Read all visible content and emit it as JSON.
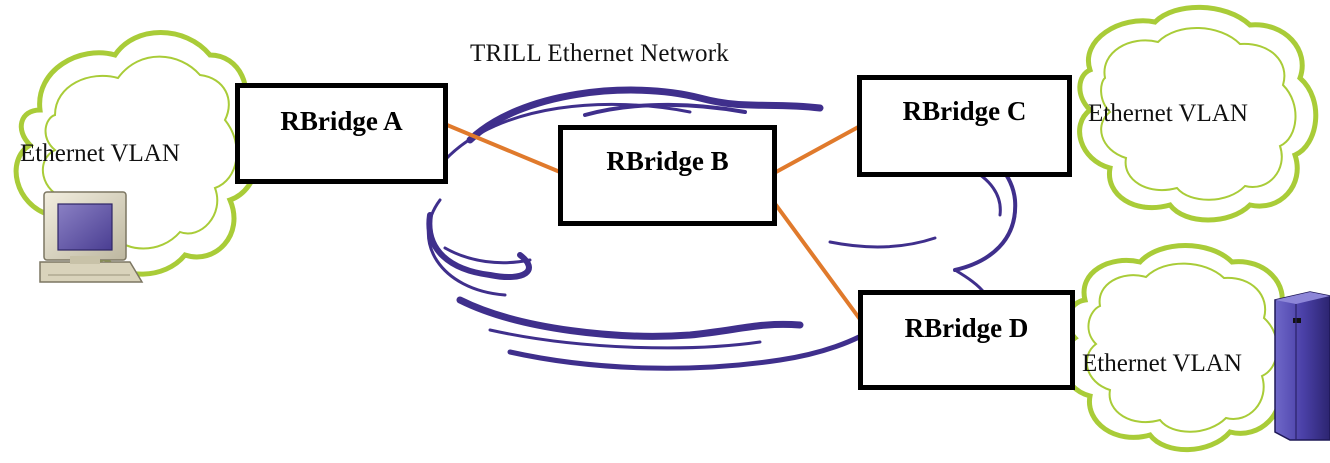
{
  "network": {
    "title": "TRILL Ethernet Network"
  },
  "rbridges": [
    {
      "id": "a",
      "label": "RBridge A"
    },
    {
      "id": "b",
      "label": "RBridge B"
    },
    {
      "id": "c",
      "label": "RBridge C"
    },
    {
      "id": "d",
      "label": "RBridge D"
    }
  ],
  "vlans": [
    {
      "id": "left",
      "label": "Ethernet VLAN"
    },
    {
      "id": "right-top",
      "label": "Ethernet VLAN"
    },
    {
      "id": "right-bottom",
      "label": "Ethernet VLAN"
    }
  ],
  "links": [
    [
      "a",
      "b"
    ],
    [
      "b",
      "c"
    ],
    [
      "b",
      "d"
    ]
  ],
  "devices": [
    {
      "id": "left",
      "icon": "desktop-computer-icon"
    },
    {
      "id": "right-bottom",
      "icon": "server-tower-icon"
    }
  ],
  "colors": {
    "vlan_cloud": "#a9cc38",
    "trill_cloud": "#3f2f8c",
    "link": "#e07a2c",
    "box_border": "#000000"
  }
}
